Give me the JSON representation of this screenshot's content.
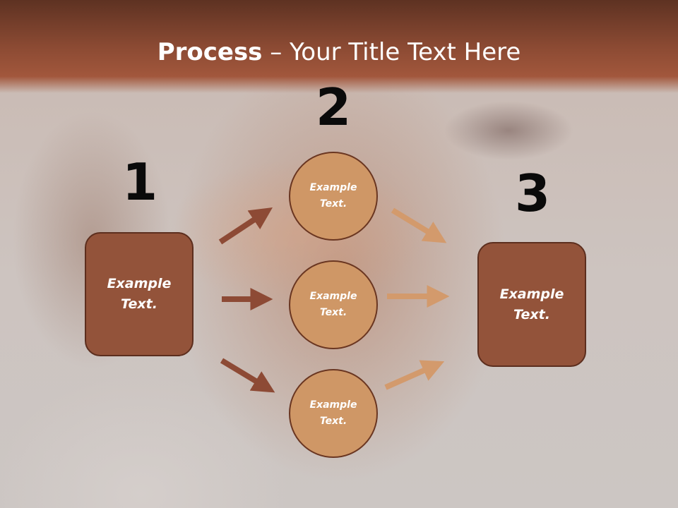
{
  "title": {
    "bold": "Process",
    "rest": " – Your Title Text Here"
  },
  "steps": {
    "one": "1",
    "two": "2",
    "three": "3"
  },
  "left_box": "Example Text.",
  "circles": [
    "Example Text.",
    "Example Text.",
    "Example Text."
  ],
  "right_box": "Example Text.",
  "colors": {
    "dark_arrow": "#8d4a35",
    "light_arrow": "#d39a6c",
    "box": "#93533a",
    "circle": "#cf9766"
  }
}
